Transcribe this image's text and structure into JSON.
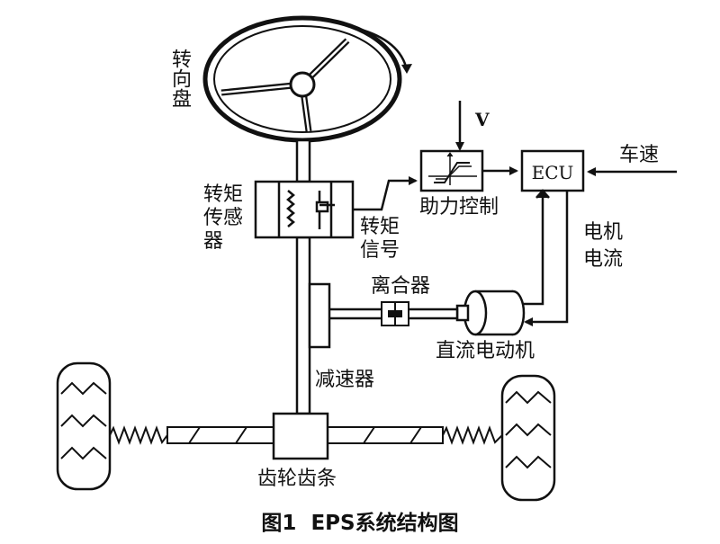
{
  "labels": {
    "steering_wheel": "转向盘",
    "torque_sensor": "转矩传感器",
    "torque_signal": "转矩信号",
    "assist_control": "助力控制",
    "vehicle_speed_input": "V",
    "ecu": "ECU",
    "vehicle_speed": "车速",
    "motor_current": "电机电流",
    "clutch": "离合器",
    "dc_motor": "直流电动机",
    "reducer": "减速器",
    "rack_pinion": "齿轮齿条"
  },
  "caption": {
    "figure_no": "图1",
    "title": "EPS系统结构图"
  }
}
